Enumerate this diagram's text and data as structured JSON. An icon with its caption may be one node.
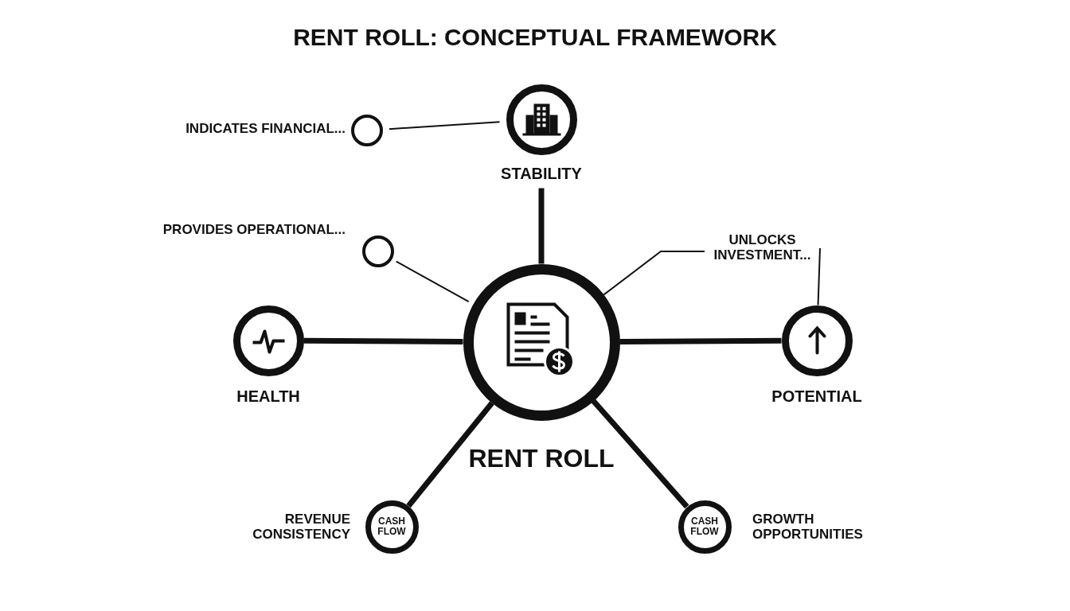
{
  "diagram": {
    "title": "RENT ROLL: CONCEPTUAL FRAMEWORK",
    "nodes": [
      {
        "text": [
          "RENT ROLL"
        ]
      },
      {
        "text": [
          "STABILITY"
        ]
      },
      {
        "text": [
          "HEALTH"
        ]
      },
      {
        "text": [
          "POTENTIAL"
        ]
      },
      {
        "text": [
          "CASH FLOW"
        ],
        "beside": [
          "REVENUE CONSISTENCY"
        ]
      },
      {
        "text": [
          "CASH FLOW"
        ],
        "beside": [
          "GROWTH OPPORTUNITIES"
        ]
      },
      {
        "text": [],
        "shape": "circle",
        "beside": [
          "INDICATES FINANCIAL..."
        ]
      },
      {
        "text": [],
        "shape": "circle",
        "beside": [
          "PROVIDES OPERATIONAL..."
        ]
      },
      {
        "text": [
          "UNLOCKS INVESTMENT..."
        ]
      }
    ],
    "edges": [
      {
        "from": 1,
        "to": 0,
        "arrow": "none"
      },
      {
        "from": 2,
        "to": 0,
        "arrow": "none"
      },
      {
        "from": 3,
        "to": 0,
        "arrow": "none"
      },
      {
        "from": 4,
        "to": 0,
        "arrow": "none"
      },
      {
        "from": 5,
        "to": 0,
        "arrow": "none"
      },
      {
        "from": 6,
        "to": 1,
        "arrow": "none"
      },
      {
        "from": 7,
        "to": 0,
        "arrow": "none"
      },
      {
        "from": 8,
        "to": 0,
        "arrow": "none"
      },
      {
        "from": 8,
        "to": 3,
        "arrow": "none"
      }
    ]
  }
}
